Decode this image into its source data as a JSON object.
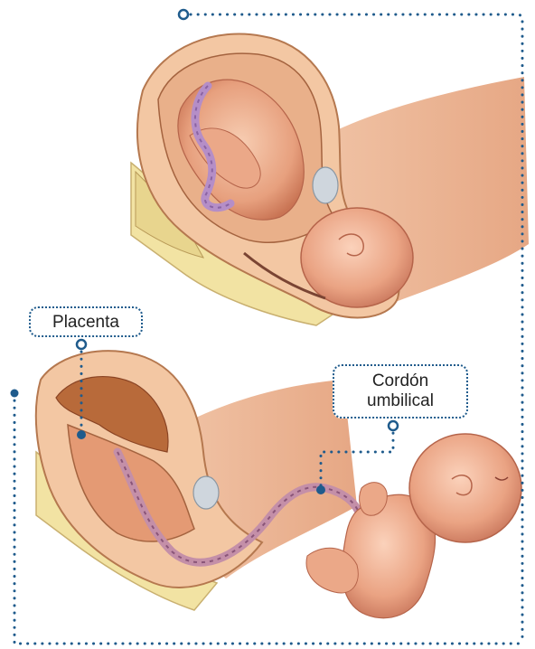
{
  "labels": {
    "placenta": "Placenta",
    "cord_line1": "Cordón",
    "cord_line2": "umbilical"
  },
  "colors": {
    "leader_line": "#1f5b8c",
    "skin": "#e8a07e",
    "fetus_skin": "#efb393",
    "uterus_wall": "#c98a5e",
    "maternal_tissue": "#f3c7a3",
    "placenta": "#b86a3a",
    "cord": "#b58ec7",
    "bone": "#f2e3a3"
  }
}
